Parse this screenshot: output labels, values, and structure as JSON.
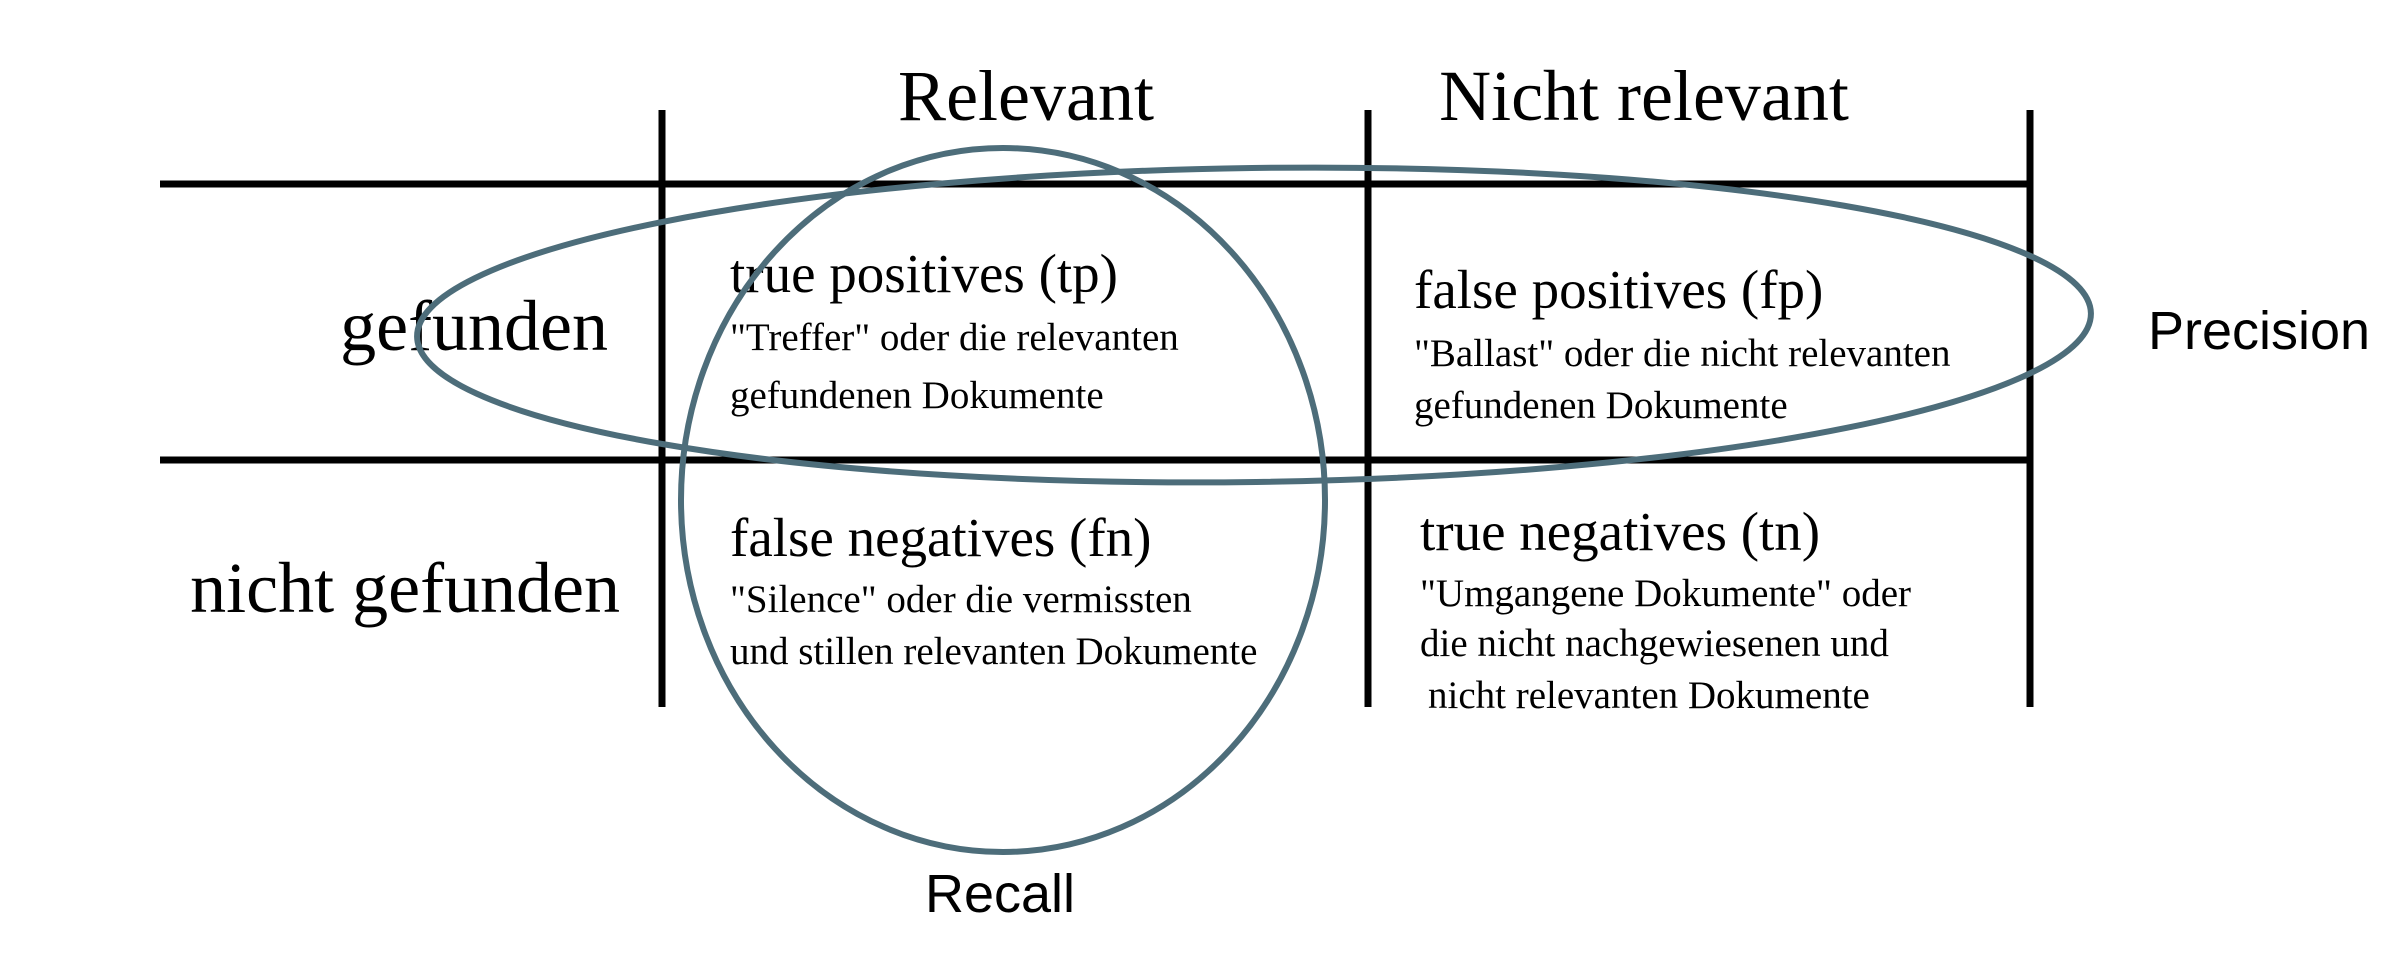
{
  "columns": [
    "Relevant",
    "Nicht relevant"
  ],
  "rows": [
    "gefunden",
    "nicht gefunden"
  ],
  "cells": {
    "tp": {
      "title": "true positives (tp)",
      "lines": [
        "\"Treffer\" oder die relevanten",
        "gefundenen Dokumente"
      ]
    },
    "fp": {
      "title": "false positives (fp)",
      "lines": [
        "\"Ballast\" oder die nicht relevanten",
        "gefundenen Dokumente"
      ]
    },
    "fn": {
      "title": "false negatives (fn)",
      "lines": [
        "\"Silence\" oder die vermissten",
        "und stillen relevanten Dokumente"
      ]
    },
    "tn": {
      "title": "true negatives (tn)",
      "lines": [
        "\"Umgangene Dokumente\" oder",
        "die nicht nachgewiesenen und",
        "nicht relevanten Dokumente"
      ]
    }
  },
  "metrics": {
    "precision": "Precision",
    "recall": "Recall"
  },
  "colors": {
    "ellipse": "#4d6d7a",
    "lines": "#000000"
  }
}
